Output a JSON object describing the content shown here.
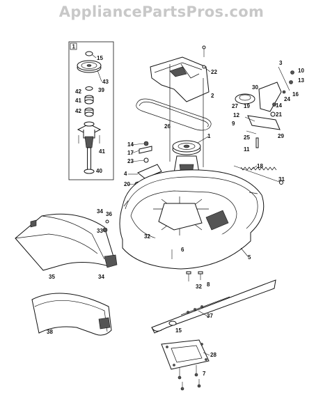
{
  "watermark": "AppliancePartsPros.com",
  "inset": {
    "number": "1"
  },
  "callouts": {
    "c1": "1",
    "c2": "2",
    "c3": "3",
    "c4": "4",
    "c5": "5",
    "c6": "6",
    "c7": "7",
    "c8": "8",
    "c9": "9",
    "c10": "10",
    "c11": "11",
    "c12": "12",
    "c13": "13",
    "c14a": "14",
    "c14b": "14",
    "c15a": "15",
    "c15b": "15",
    "c16": "16",
    "c17": "17",
    "c18": "18",
    "c19": "19",
    "c20": "20",
    "c21": "21",
    "c22": "22",
    "c23": "23",
    "c24": "24",
    "c25": "25",
    "c26": "26",
    "c27": "27",
    "c28": "28",
    "c29": "29",
    "c30": "30",
    "c31": "31",
    "c32a": "32",
    "c32b": "32",
    "c33": "33",
    "c34a": "34",
    "c34b": "34",
    "c35": "35",
    "c36": "36",
    "c37": "37",
    "c38": "38",
    "c39": "39",
    "c40": "40",
    "c41a": "41",
    "c41b": "41",
    "c42a": "42",
    "c42b": "42",
    "c43": "43"
  }
}
